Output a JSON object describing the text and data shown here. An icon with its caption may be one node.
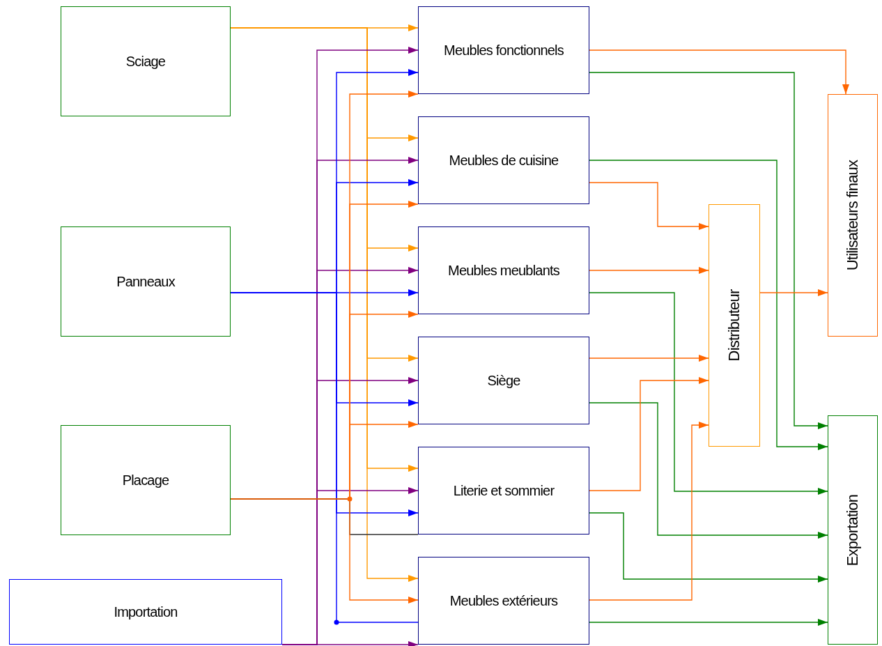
{
  "diagram": {
    "nodes": [
      {
        "text": [
          "Sciage"
        ]
      },
      {
        "text": [
          "Panneaux"
        ]
      },
      {
        "text": [
          "Placage"
        ]
      },
      {
        "text": [
          "Importation"
        ]
      },
      {
        "text": [
          "Meubles fonctionnels"
        ]
      },
      {
        "text": [
          "Meubles de cuisine"
        ]
      },
      {
        "text": [
          "Meubles meublants"
        ]
      },
      {
        "text": [
          "Siège"
        ]
      },
      {
        "text": [
          "Literie et sommier"
        ]
      },
      {
        "text": [
          "Meubles extérieurs"
        ]
      },
      {
        "text": [
          "Distributeur"
        ]
      },
      {
        "text": [
          "Utilisateurs finaux"
        ]
      },
      {
        "text": [
          "Exportation"
        ]
      }
    ],
    "edges": [
      {
        "from": 0,
        "to": 4,
        "arrow": "to",
        "color": "#ff9900"
      },
      {
        "from": 0,
        "to": 5,
        "arrow": "to",
        "color": "#ff9900"
      },
      {
        "from": 0,
        "to": 6,
        "arrow": "to",
        "color": "#ff9900"
      },
      {
        "from": 0,
        "to": 7,
        "arrow": "to",
        "color": "#ff9900"
      },
      {
        "from": 0,
        "to": 8,
        "arrow": "to",
        "color": "#ff9900"
      },
      {
        "from": 0,
        "to": 9,
        "arrow": "to",
        "color": "#ff9900"
      },
      {
        "from": 3,
        "to": 4,
        "arrow": "to",
        "color": "#800080"
      },
      {
        "from": 3,
        "to": 5,
        "arrow": "to",
        "color": "#800080"
      },
      {
        "from": 3,
        "to": 6,
        "arrow": "to",
        "color": "#800080"
      },
      {
        "from": 3,
        "to": 7,
        "arrow": "to",
        "color": "#800080"
      },
      {
        "from": 3,
        "to": 8,
        "arrow": "to",
        "color": "#800080"
      },
      {
        "from": 3,
        "to": 9,
        "arrow": "to",
        "color": "#800080"
      },
      {
        "from": 1,
        "to": 4,
        "arrow": "to",
        "color": "#0000ff"
      },
      {
        "from": 1,
        "to": 5,
        "arrow": "to",
        "color": "#0000ff"
      },
      {
        "from": 1,
        "to": 6,
        "arrow": "to",
        "color": "#0000ff"
      },
      {
        "from": 1,
        "to": 7,
        "arrow": "to",
        "color": "#0000ff"
      },
      {
        "from": 1,
        "to": 8,
        "arrow": "to",
        "color": "#0000ff"
      },
      {
        "from": 1,
        "to": 9,
        "arrow": "none",
        "color": "#0000ff"
      },
      {
        "from": 2,
        "to": 4,
        "arrow": "to"
      },
      {
        "from": 2,
        "to": 5,
        "arrow": "to"
      },
      {
        "from": 2,
        "to": 6,
        "arrow": "to"
      },
      {
        "from": 2,
        "to": 7,
        "arrow": "to"
      },
      {
        "from": 2,
        "to": 8,
        "arrow": "none",
        "color": "#333333"
      },
      {
        "from": 2,
        "to": 9,
        "arrow": "to"
      },
      {
        "from": 4,
        "to": 11,
        "arrow": "to"
      },
      {
        "from": 4,
        "to": 12,
        "arrow": "to",
        "color": "#008000"
      },
      {
        "from": 5,
        "to": 12,
        "arrow": "to",
        "color": "#008000"
      },
      {
        "from": 5,
        "to": 10,
        "arrow": "to"
      },
      {
        "from": 6,
        "to": 10,
        "arrow": "to"
      },
      {
        "from": 6,
        "to": 12,
        "arrow": "to",
        "color": "#008000"
      },
      {
        "from": 7,
        "to": 10,
        "arrow": "to"
      },
      {
        "from": 7,
        "to": 12,
        "arrow": "to",
        "color": "#008000"
      },
      {
        "from": 8,
        "to": 10,
        "arrow": "to"
      },
      {
        "from": 8,
        "to": 12,
        "arrow": "to",
        "color": "#008000"
      },
      {
        "from": 9,
        "to": 10,
        "arrow": "to"
      },
      {
        "from": 9,
        "to": 12,
        "arrow": "to",
        "color": "#008000"
      },
      {
        "from": 10,
        "to": 11,
        "arrow": "to"
      }
    ]
  }
}
